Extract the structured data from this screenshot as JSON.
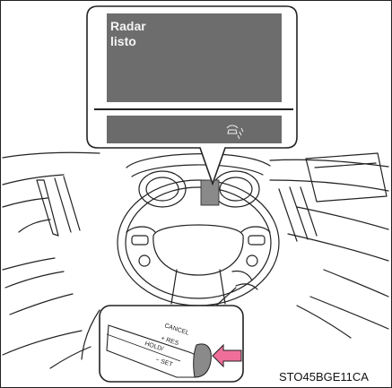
{
  "display": {
    "message_line1": "Radar",
    "message_line2": "listo",
    "status_icon": "radar-cruise-icon"
  },
  "lever": {
    "label_cancel": "CANCEL",
    "label_res": "+ RES",
    "label_hold": "HOLD/",
    "label_set": "− SET",
    "arrow_icon": "press-arrow-icon"
  },
  "figure_code": "STO45BGE11CA",
  "colors": {
    "screen": "#6d6d6d",
    "status_bar": "#6b6b6b",
    "highlight": "#8a8a8a",
    "arrow": "#ef6f9a"
  }
}
